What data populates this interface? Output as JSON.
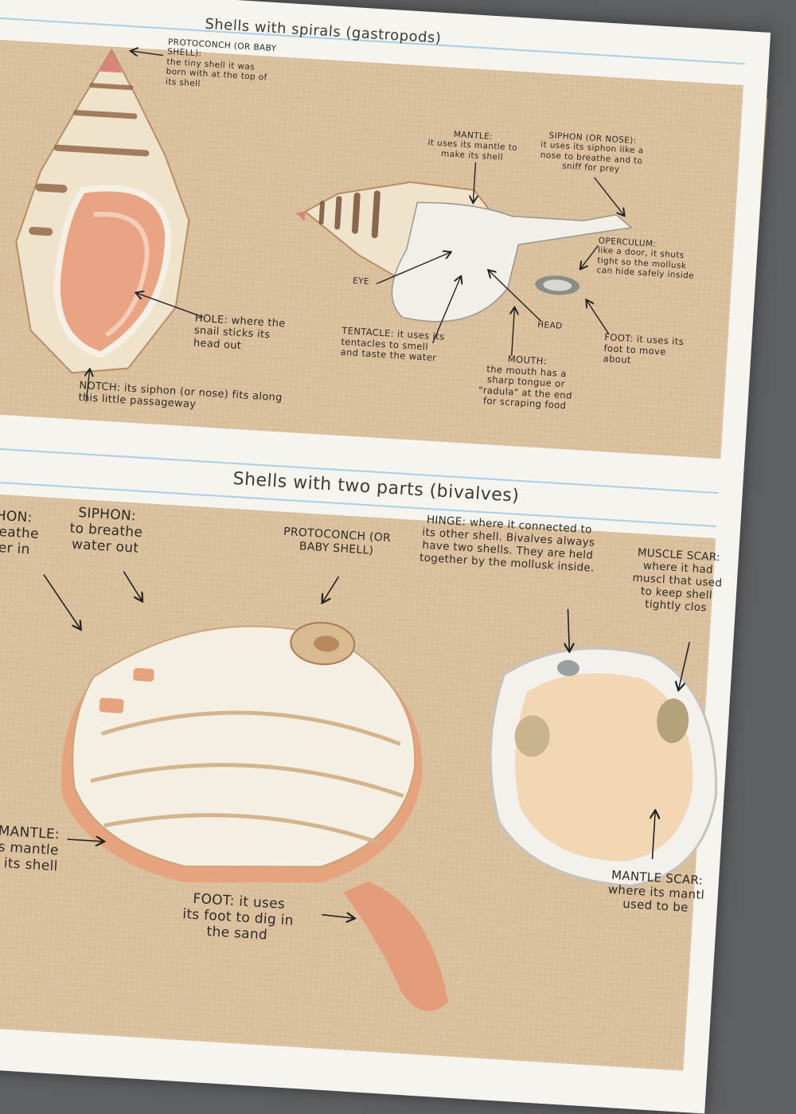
{
  "gastropods": {
    "title": "Shells with spirals (gastropods)",
    "protoconch": {
      "name": "PROTOCONCH (OR BABY SHELL):",
      "desc": "the tiny shell it was born with at the top of its shell"
    },
    "hole": "HOLE: where the snail sticks its head out",
    "notch": "NOTCH: its siphon (or nose) fits along this little passageway",
    "mantle": {
      "name": "MANTLE:",
      "desc": "it uses its mantle to make its shell"
    },
    "siphon": {
      "name": "SIPHON (OR NOSE):",
      "desc": "it uses its siphon like a nose to breathe and to sniff for prey"
    },
    "operculum": {
      "name": "OPERCULUM:",
      "desc": "like a door, it shuts tight so the mollusk can hide safely inside"
    },
    "eye": "EYE",
    "head": "HEAD",
    "tentacle": "TENTACLE: it uses its tentacles to smell and taste the water",
    "mouth": {
      "name": "MOUTH:",
      "desc": "the mouth has a sharp tongue or \"radula\" at the end for scraping food"
    },
    "foot": "FOOT: it uses its foot to move about"
  },
  "bivalves": {
    "title": "Shells with two parts (bivalves)",
    "siphon_in": {
      "name": "SIPHON:",
      "desc": "to breathe water in"
    },
    "siphon_out": {
      "name": "SIPHON:",
      "desc": "to breathe water out"
    },
    "protoconch": "PROTOCONCH (OR BABY SHELL)",
    "hinge": "HINGE: where it connected to its other shell. Bivalves always have two shells. They are held together by the mollusk inside.",
    "muscle_scar": {
      "name": "MUSCLE SCAR:",
      "desc": "where it had muscl that used to keep shell tightly clos"
    },
    "mantle": {
      "name": "MANTLE:",
      "desc": "t uses its mantle o make its shell"
    },
    "foot": "FOOT: it uses its foot to dig in the sand",
    "mantle_scar": {
      "name": "MANTLE SCAR:",
      "desc": "where its mantl used to be"
    }
  }
}
